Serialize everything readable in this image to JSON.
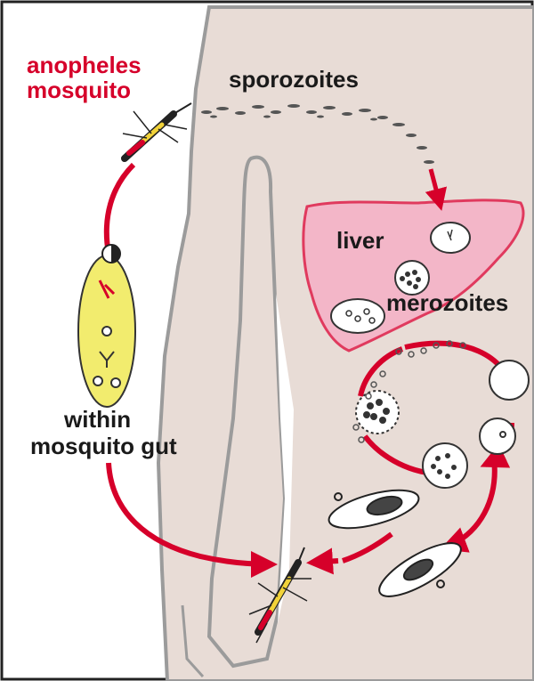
{
  "labels": {
    "mosquito": [
      "anopheles",
      "mosquito"
    ],
    "sporozoites": "sporozoites",
    "liver": "liver",
    "merozoites": "merozoites",
    "gut": [
      "within",
      "mosquito gut"
    ]
  },
  "colors": {
    "cycle_arrow": "#d6002a",
    "mosquito_label": "#d6002a",
    "body_fill": "#e8dcd6",
    "body_outline": "#9b9b9b",
    "liver_fill": "#f3b6c8",
    "gut_fill": "#f2ec6e",
    "text": "#1a1a1a"
  },
  "icons": [
    "mosquito-icon",
    "liver-organ",
    "mosquito-gut",
    "red-blood-cell",
    "gametocyte"
  ]
}
